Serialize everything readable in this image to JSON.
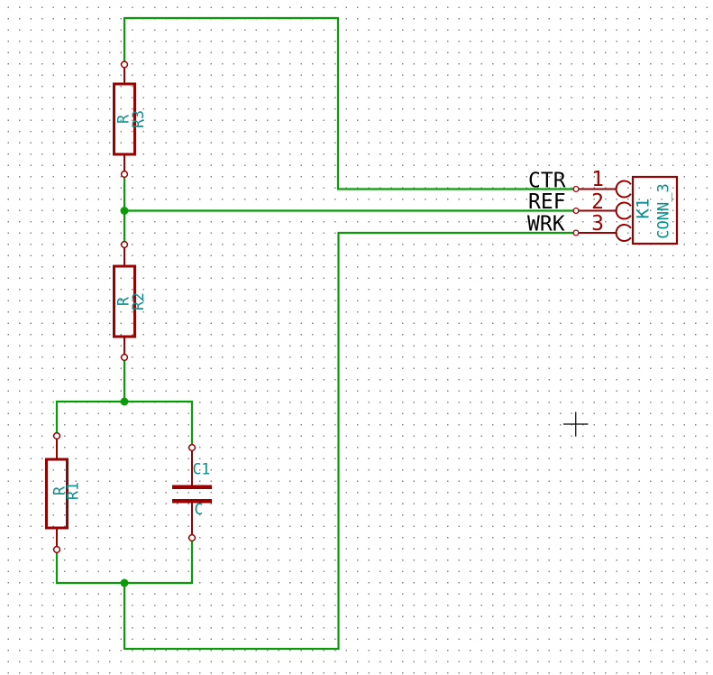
{
  "colors": {
    "background": "#ffffff",
    "grid": "#858585",
    "wire": "#0a9a0a",
    "component": "#990000",
    "field": "#0c8c8c",
    "netlabel": "#000000",
    "cursor": "#000000"
  },
  "schematic": {
    "net_labels": [
      "CTR",
      "REF",
      "WRK"
    ],
    "components": {
      "R3": {
        "reference": "R3",
        "value": "R"
      },
      "R2": {
        "reference": "R2",
        "value": "R"
      },
      "R1": {
        "reference": "R1",
        "value": "R"
      },
      "C1": {
        "reference": "C1",
        "value": "C"
      },
      "K1": {
        "reference": "K1",
        "value": "CONN_3",
        "pins": [
          {
            "number": "1",
            "net": "CTR"
          },
          {
            "number": "2",
            "net": "REF"
          },
          {
            "number": "3",
            "net": "WRK"
          }
        ]
      }
    }
  }
}
